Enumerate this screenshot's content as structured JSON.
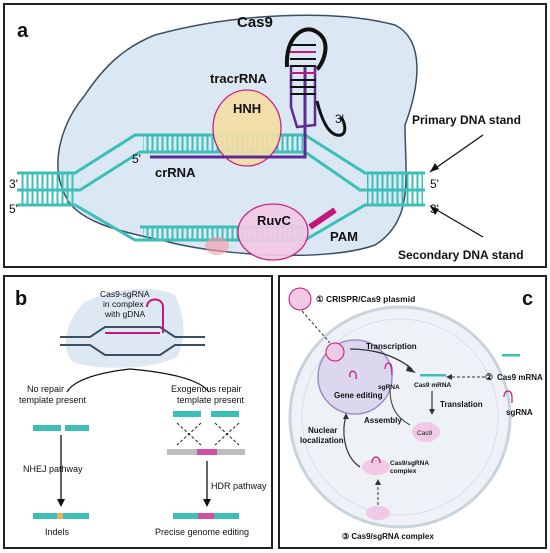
{
  "panel_a": {
    "label": "a",
    "cas9": "Cas9",
    "tracrRNA": "tracrRNA",
    "hnh": "HNH",
    "ruvc": "RuvC",
    "crRNA": "crRNA",
    "pam": "PAM",
    "five_prime": "5'",
    "three_prime": "3'",
    "primary": "Primary DNA stand",
    "secondary": "Secondary DNA stand",
    "colors": {
      "dna": "#3cbfb7",
      "cas9_fill": "#dbe7f2",
      "cas9_stroke": "#3a4f63",
      "hnh_fill": "#f3dea6",
      "ruvc_fill": "#f1c9e4",
      "rna": "#5b2c91",
      "pam": "#c2187a"
    }
  },
  "panel_b": {
    "label": "b",
    "complex": [
      "Cas9-sgRNA",
      "in complex",
      "with gDNA"
    ],
    "no_repair": [
      "No repair",
      "template present"
    ],
    "exo_repair": [
      "Exogenous repair",
      "template present"
    ],
    "nhej": "NHEJ pathway",
    "hdr": "HDR pathway",
    "indels": "Indels",
    "precise": "Precise genome editing"
  },
  "panel_c": {
    "label": "c",
    "step1": "① CRISPR/Cas9 plasmid",
    "transcription": "Transcription",
    "gene_editing": "Gene editing",
    "sgrna": "sgRNA",
    "cas9_mrna": "Cas9 mRNA",
    "translation": "Translation",
    "assembly": "Assembly",
    "cas9": "Cas9",
    "nuclear": [
      "Nuclear",
      "localization"
    ],
    "complex": [
      "Cas9/sgRNA",
      "complex"
    ],
    "step2": "②",
    "step2_mrna": "Cas9 mRNA",
    "step2_sgrna": "sgRNA",
    "step3": "③ Cas9/sgRNA complex"
  }
}
